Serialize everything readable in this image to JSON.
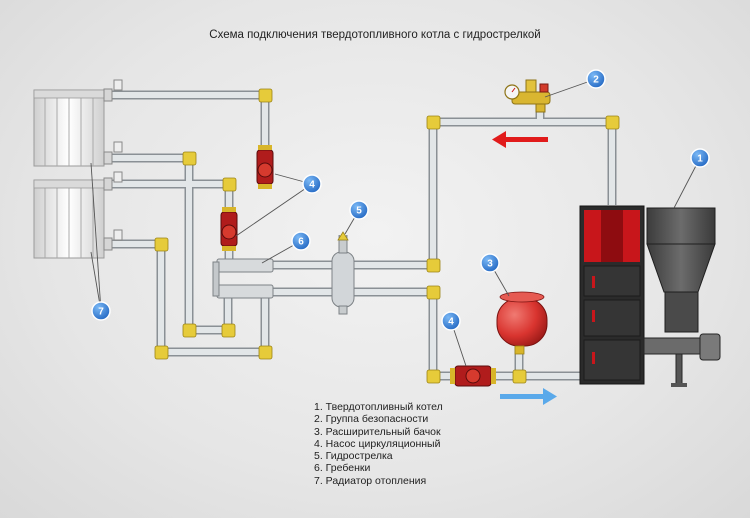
{
  "title": "Схема подключения твердотопливного котла с гидрострелкой",
  "callouts": [
    "1",
    "2",
    "3",
    "4",
    "4",
    "5",
    "6",
    "7"
  ],
  "legend": [
    "1. Твердотопливный котел",
    "2. Группа безопасности",
    "3. Расширительный бачок",
    "4. Насос циркуляционный",
    "5. Гидрострелка",
    "6. Гребенки",
    "7. Радиатор отопления"
  ],
  "colors": {
    "pipe": "#c9ced2",
    "fitting": "#e6cb3a",
    "boiler_red": "#c8161b",
    "boiler_dark": "#2b2b2b",
    "pump_red": "#b01c1c",
    "expansion_tank": "#d9342f",
    "callout_blue": "#2f7fdc",
    "arrow_red": "#e11b1b",
    "arrow_blue": "#5aa9ea"
  },
  "icons": {
    "boiler": "solid-fuel-boiler-icon",
    "safety_group": "safety-group-icon",
    "tank": "expansion-tank-icon",
    "pump": "circulation-pump-icon",
    "separator": "hydraulic-separator-icon",
    "manifold": "manifold-icon",
    "radiator": "radiator-icon"
  }
}
